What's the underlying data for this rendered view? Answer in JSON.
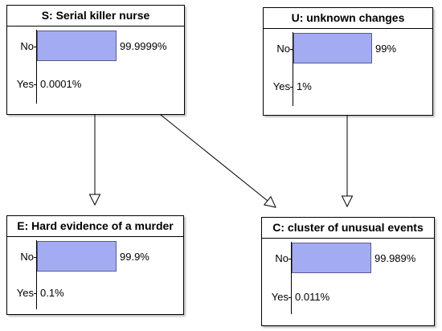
{
  "nodes": [
    {
      "id": "S",
      "title": "S: Serial killer nurse",
      "states": [
        {
          "label": "No",
          "percent": "99.9999%",
          "value": 99.9999
        },
        {
          "label": "Yes",
          "percent": "0.0001%",
          "value": 0.0001
        }
      ]
    },
    {
      "id": "U",
      "title": "U: unknown changes",
      "states": [
        {
          "label": "No",
          "percent": "99%",
          "value": 99
        },
        {
          "label": "Yes",
          "percent": "1%",
          "value": 1
        }
      ]
    },
    {
      "id": "E",
      "title": "E: Hard evidence of a murder",
      "states": [
        {
          "label": "No",
          "percent": "99.9%",
          "value": 99.9
        },
        {
          "label": "Yes",
          "percent": "0.1%",
          "value": 0.1
        }
      ]
    },
    {
      "id": "C",
      "title": "C: cluster of unusual events",
      "states": [
        {
          "label": "No",
          "percent": "99.989%",
          "value": 99.989
        },
        {
          "label": "Yes",
          "percent": "0.011%",
          "value": 0.011
        }
      ]
    }
  ],
  "edges": [
    {
      "from": "S",
      "to": "E"
    },
    {
      "from": "S",
      "to": "C"
    },
    {
      "from": "U",
      "to": "C"
    }
  ]
}
